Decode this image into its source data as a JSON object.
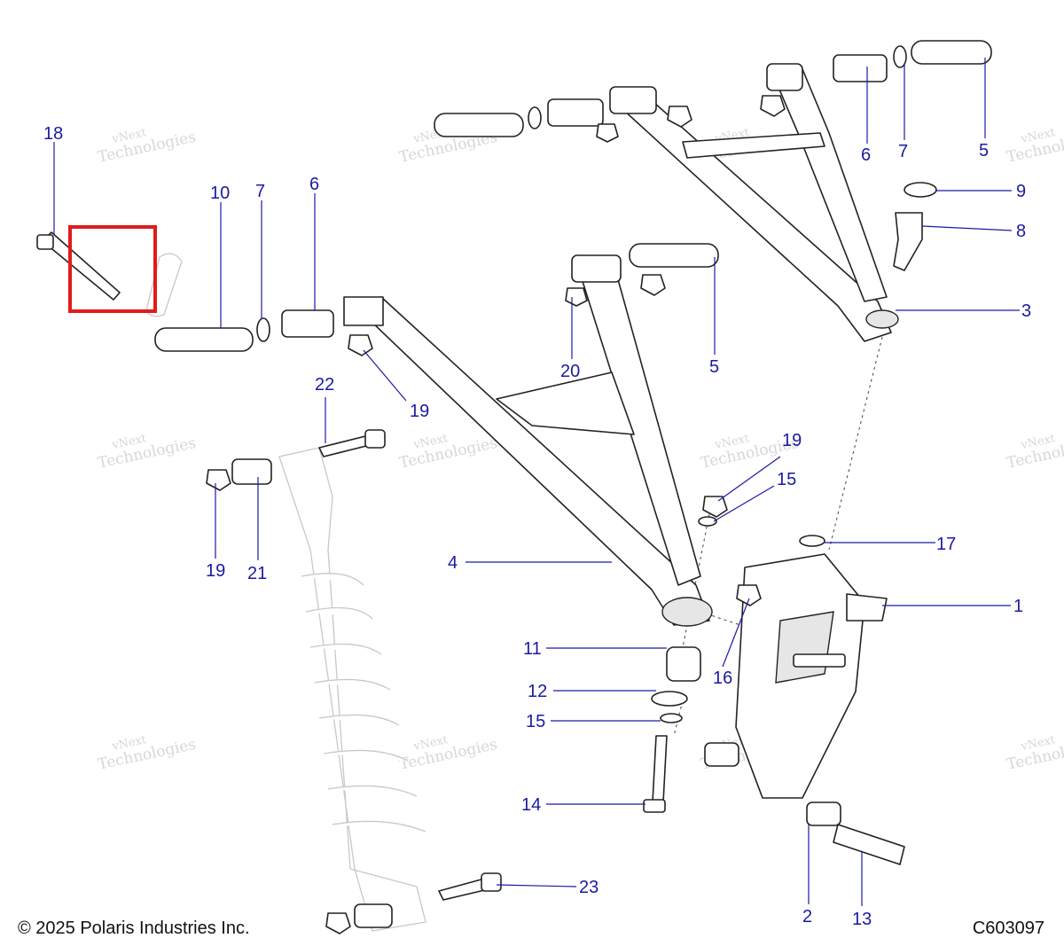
{
  "callouts": [
    "18",
    "10",
    "7",
    "6",
    "6",
    "7",
    "5",
    "9",
    "8",
    "3",
    "20",
    "5",
    "19",
    "22",
    "19",
    "21",
    "4",
    "19",
    "15",
    "17",
    "1",
    "11",
    "16",
    "12",
    "15",
    "14",
    "2",
    "13",
    "23"
  ],
  "watermark": {
    "line1": "vNext",
    "line2": "Technologies"
  },
  "highlight_color": "#e01b1b",
  "callout_color": "#1a1aa6",
  "footer": {
    "copyright": "© 2025 Polaris Industries Inc.",
    "code": "C603097"
  }
}
